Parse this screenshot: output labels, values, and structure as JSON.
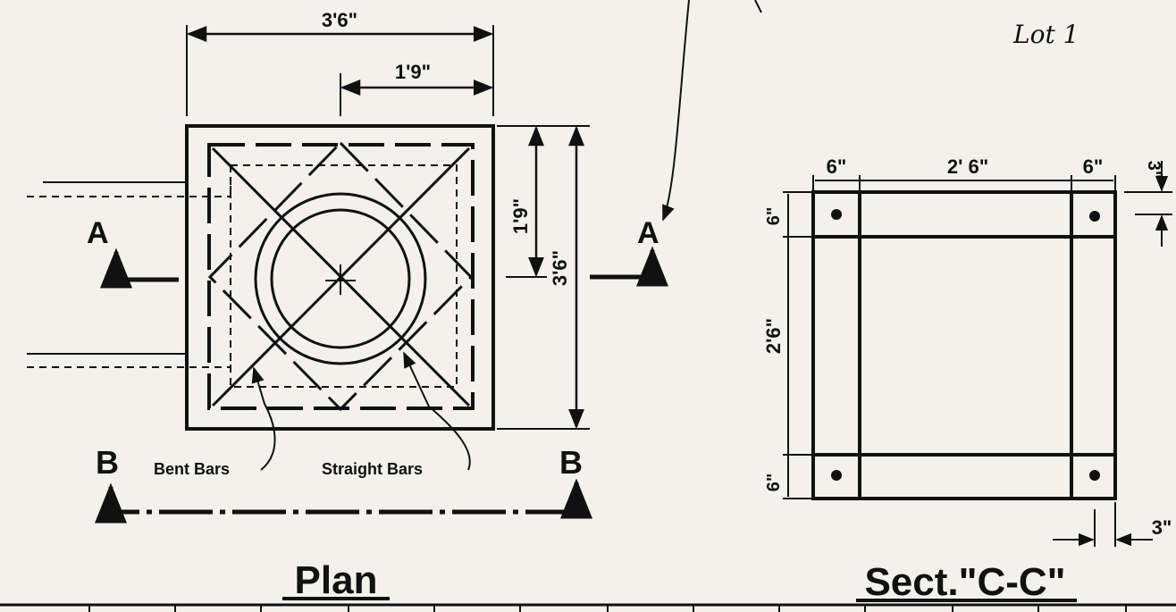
{
  "plan": {
    "title": "Plan",
    "dim_overall_width": "3'6\"",
    "dim_half_width": "1'9\"",
    "dim_half_height": "1'9\"",
    "dim_overall_height": "3'6\"",
    "section_a_left": "A",
    "section_a_right": "A",
    "section_b_left": "B",
    "section_b_right": "B",
    "note_bent_bars": "Bent Bars",
    "note_straight_bars": "Straight Bars"
  },
  "section": {
    "title": "Sect.\"C-C\"",
    "dim_top_left": "6\"",
    "dim_top_middle": "2' 6\"",
    "dim_top_right": "6\"",
    "dim_top_cover": "3\"",
    "dim_left_top": "6\"",
    "dim_left_middle": "2'6\"",
    "dim_left_bottom": "6\"",
    "dim_bottom_cover": "3\""
  },
  "corner_note": "Lot 1"
}
